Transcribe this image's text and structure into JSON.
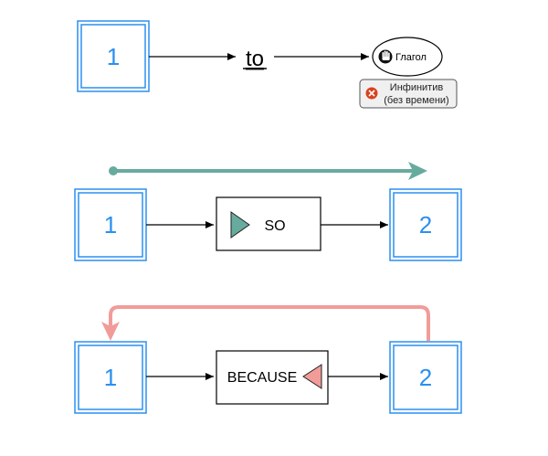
{
  "row1": {
    "start_number": "1",
    "connector_word": "to",
    "verb_label": "Глагол",
    "verb_icon": "hand-stop-icon",
    "note_icon": "error-x-icon",
    "note_line1": "Инфинитив",
    "note_line2": "(без времени)"
  },
  "row2": {
    "start_number": "1",
    "middle_label": "SO",
    "end_number": "2",
    "arrow_color": "#67ab9f",
    "triangle_color": "#67ab9f"
  },
  "row3": {
    "start_number": "1",
    "middle_label": "BECAUSE",
    "end_number": "2",
    "arrow_color": "#f19c99",
    "triangle_color": "#f19c99"
  },
  "colors": {
    "box_border": "#2b8ff0",
    "number": "#2b8ff0",
    "note_icon": "#d9411e"
  }
}
